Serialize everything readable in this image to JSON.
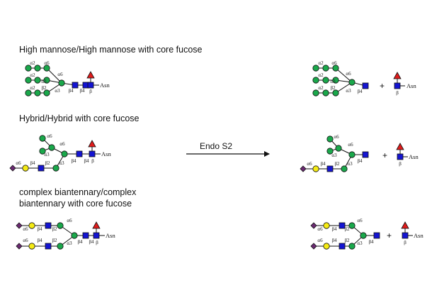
{
  "headings": {
    "high_mannose": "High mannose/High mannose  with core fucose",
    "hybrid": "Hybrid/Hybrid with core fucose",
    "complex_line1": "complex biantennary/complex",
    "complex_line2": "biantennary with core fucose"
  },
  "enzyme": "Endo S2",
  "glyco": {
    "asn": "Asn",
    "plus": "+",
    "a2": "α2",
    "a3": "α3",
    "a6": "α6",
    "b2": "β2",
    "b4": "β4",
    "b": "β"
  },
  "symbol_colors": {
    "mannose": "#1aa84b",
    "glcnac": "#1414d2",
    "galactose": "#f5eb14",
    "fucose": "#e01b1b",
    "sialic_acid": "#6b2a72"
  }
}
